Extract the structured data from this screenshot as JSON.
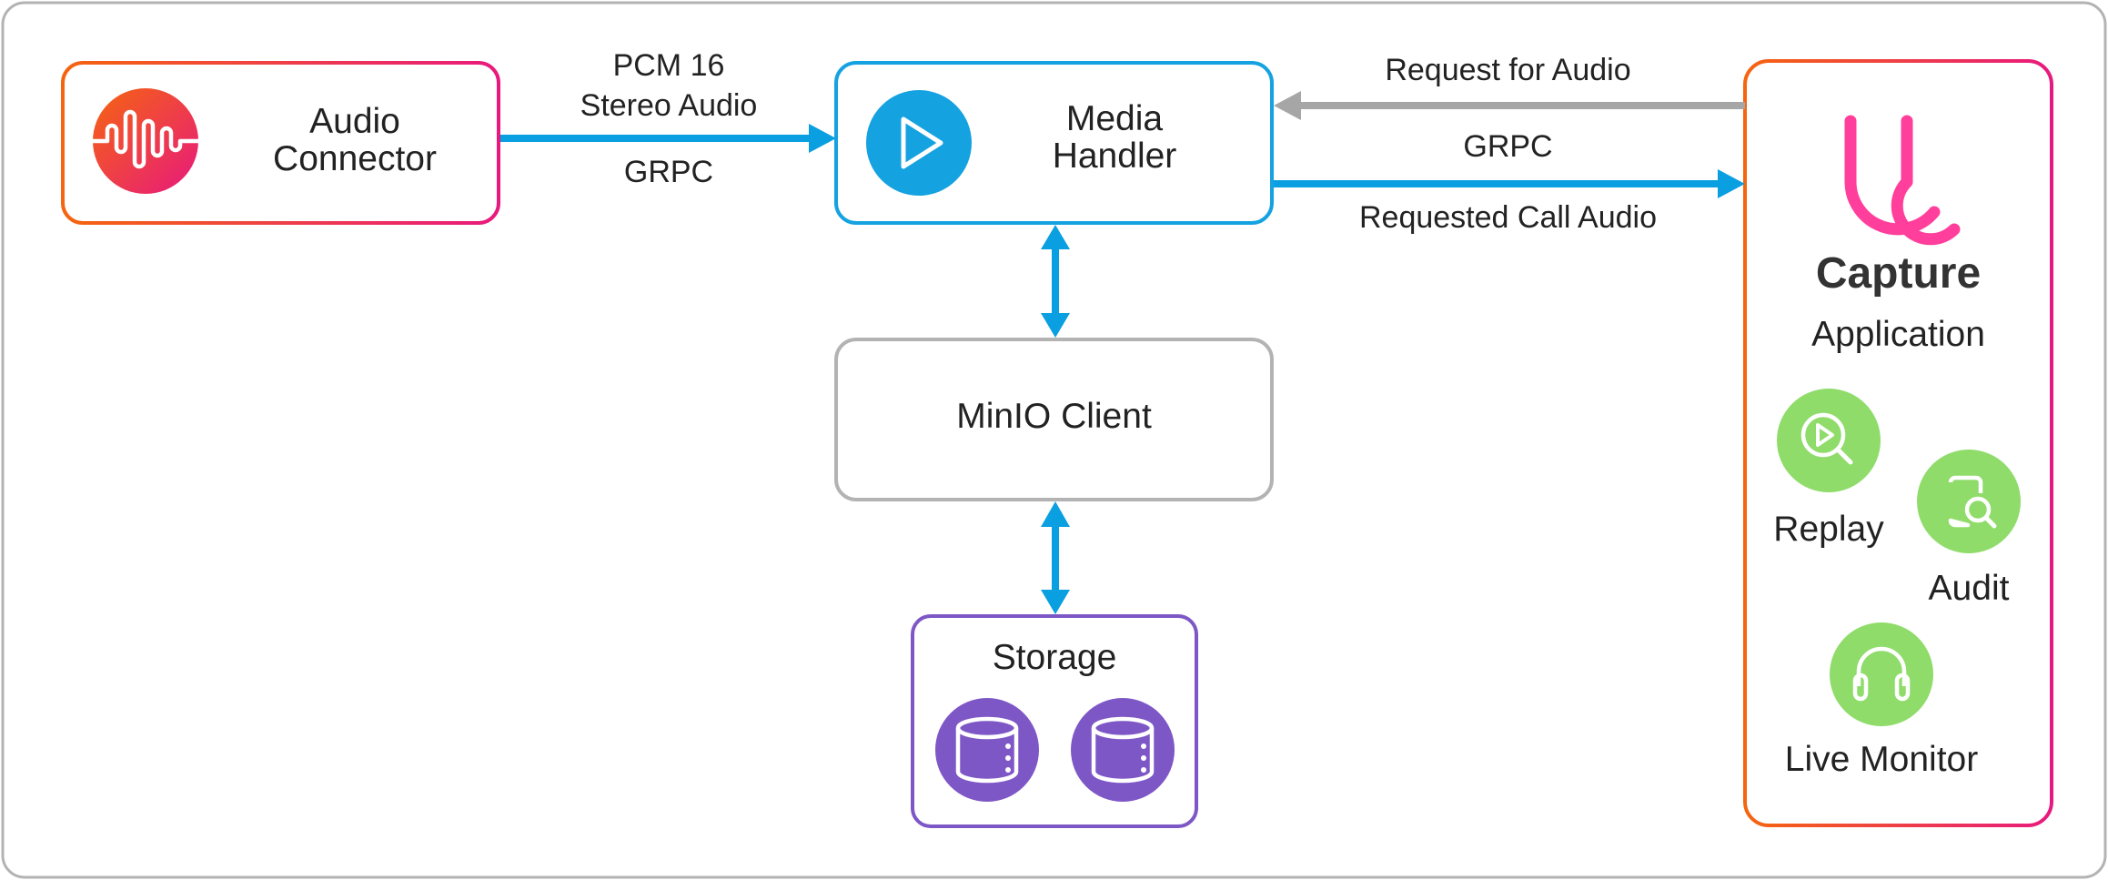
{
  "nodes": {
    "audio_connector": {
      "line1": "Audio",
      "line2": "Connector"
    },
    "media_handler": {
      "line1": "Media",
      "line2": "Handler"
    },
    "minio_client": {
      "label": "MinIO Client"
    },
    "storage": {
      "label": "Storage"
    },
    "capture": {
      "title": "Capture",
      "subtitle": "Application"
    }
  },
  "apps": {
    "replay": "Replay",
    "audit": "Audit",
    "live_monitor": "Live Monitor"
  },
  "edges": {
    "connector_to_handler": {
      "line1": "PCM 16",
      "line2": "Stereo Audio",
      "line3": "GRPC"
    },
    "capture_to_handler": "Request for Audio",
    "handler_to_capture": {
      "line1": "GRPC",
      "line2": "Requested Call Audio"
    }
  },
  "colors": {
    "arrow_blue": "#0a9fe0",
    "arrow_gray": "#a6a6a6",
    "media_blue": "#15a2e0",
    "storage_purple": "#7e57c6",
    "app_green": "#8fdc6a",
    "capture_pink": "#ff3f9b",
    "gradient_start": "#f5650f",
    "gradient_end": "#e8197e"
  },
  "icons": {
    "audio_connector": "waveform-icon",
    "media_handler": "play-icon",
    "storage": "database-icon",
    "capture": "capture-logo",
    "replay": "replay-search-icon",
    "audit": "document-search-icon",
    "live_monitor": "headphones-icon"
  }
}
